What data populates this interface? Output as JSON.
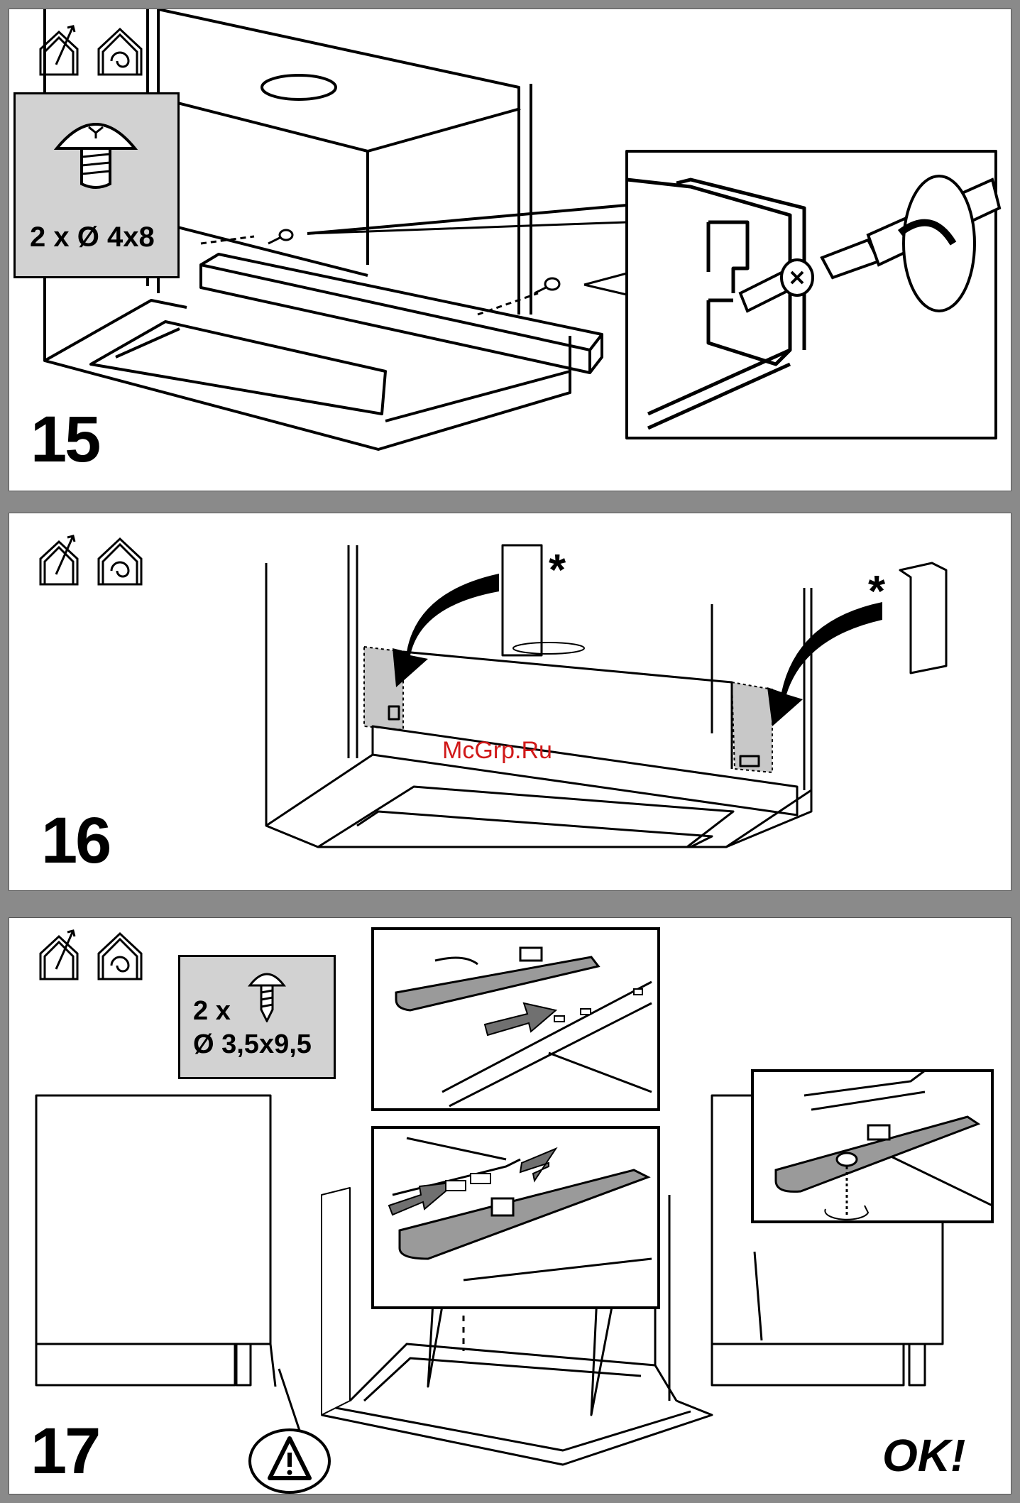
{
  "steps": [
    {
      "number": "15",
      "screw_spec": "2 x Ø 4x8",
      "icons": [
        "exhaust-mode-icon",
        "recirculation-mode-icon",
        "screw-icon",
        "screwdriver-icon"
      ]
    },
    {
      "number": "16",
      "asterisk": "*",
      "icons": [
        "exhaust-mode-icon",
        "recirculation-mode-icon",
        "insert-arrow-icon"
      ]
    },
    {
      "number": "17",
      "screw_count": "2 x",
      "screw_size": "Ø 3,5x9,5",
      "ok_label": "OK!",
      "icons": [
        "exhaust-mode-icon",
        "recirculation-mode-icon",
        "self-tapping-screw-icon",
        "warning-triangle-icon",
        "slide-arrow-icon"
      ]
    }
  ],
  "watermark": "McGrp.Ru",
  "colors": {
    "background": "#8a8a8a",
    "panel": "#ffffff",
    "spec_box": "#d2d2d2",
    "watermark": "#d01818",
    "highlight": "#c8c8c8"
  }
}
